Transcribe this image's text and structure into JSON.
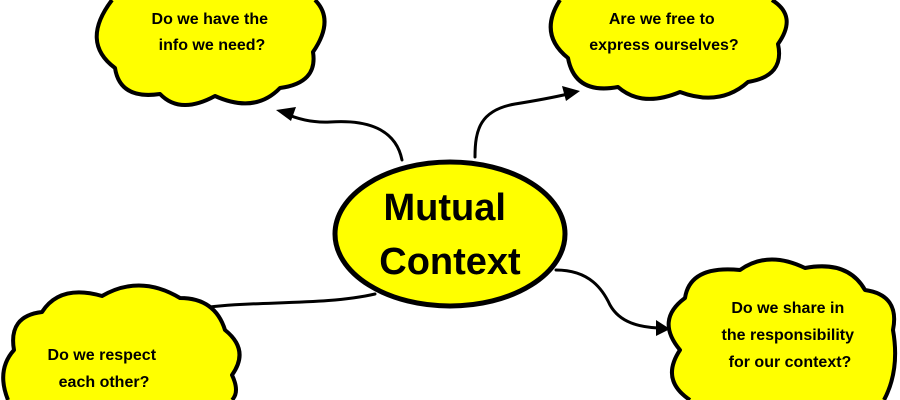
{
  "diagram": {
    "center": {
      "lines": [
        "Mutual",
        "Context"
      ]
    },
    "bubbles": {
      "top_left": {
        "lines": [
          "Do we have the",
          "info we need?"
        ]
      },
      "top_right": {
        "lines": [
          "Are we free to",
          "express ourselves?"
        ]
      },
      "bottom_left": {
        "lines": [
          "Do we respect",
          "each other?"
        ]
      },
      "bottom_right": {
        "lines": [
          "Do we share in",
          "the responsibility",
          "for our context?"
        ]
      }
    },
    "colors": {
      "fill": "#ffff00",
      "stroke": "#000000",
      "text": "#000000",
      "background": "#ffffff"
    }
  }
}
